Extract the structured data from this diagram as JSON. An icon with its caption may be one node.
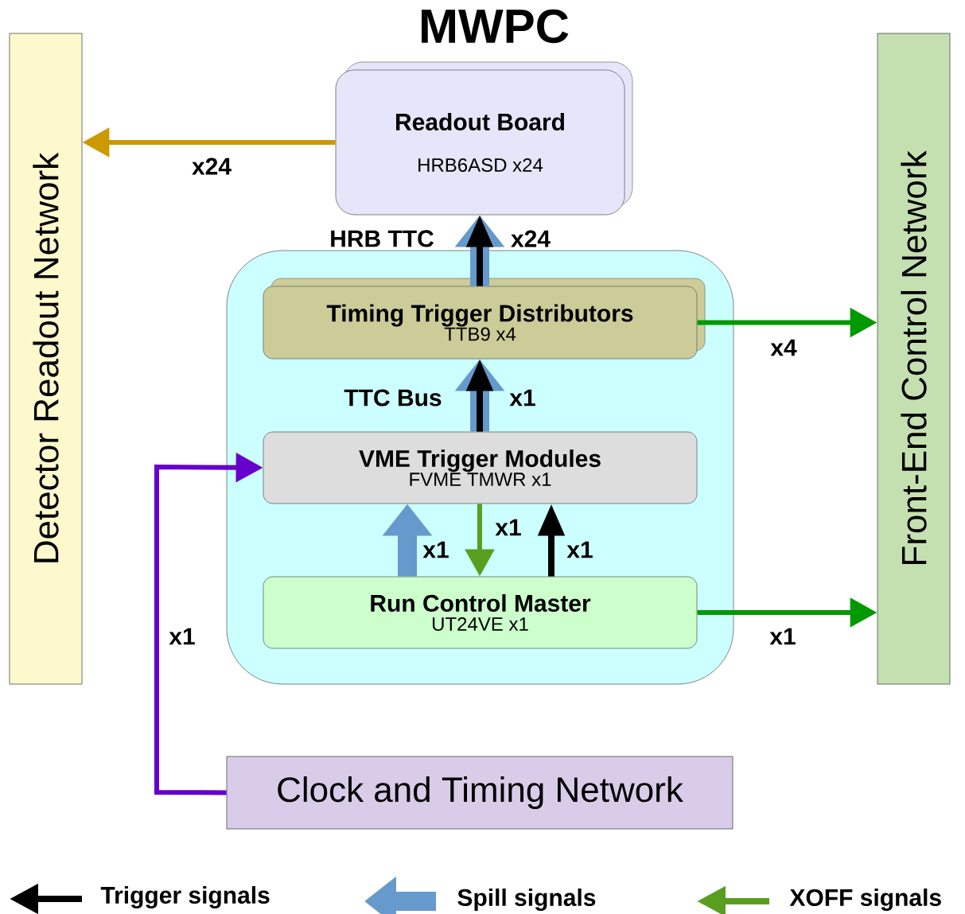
{
  "diagram": {
    "title": "MWPC",
    "nodes": [
      {
        "text": [
          "Detector Readout Network"
        ]
      },
      {
        "text": [
          "Front-End Control Network"
        ]
      },
      {
        "text": [
          "Readout Board",
          "HRB6ASD x24"
        ]
      },
      {
        "text": [],
        "shape": "box"
      },
      {
        "text": [
          "Timing Trigger Distributors",
          "TTB9 x4"
        ],
        "in": 3
      },
      {
        "text": [
          "VME Trigger Modules",
          "FVME TMWR x1"
        ],
        "in": 3
      },
      {
        "text": [
          "Run Control Master",
          "UT24VE x1"
        ],
        "in": 3
      },
      {
        "text": [
          "Clock and Timing Network"
        ]
      }
    ],
    "edges": [
      {
        "from": 2,
        "to": 0,
        "arrow": "to",
        "label": "x24",
        "color": "#cc9900"
      },
      {
        "from": 4,
        "to": 2,
        "arrow": "to",
        "label": "HRB TTC",
        "style": "thick",
        "color": "#6699cc"
      },
      {
        "from": 4,
        "to": 2,
        "arrow": "to",
        "label": "x24",
        "color": "#000000"
      },
      {
        "from": 5,
        "to": 4,
        "arrow": "to",
        "label": "TTC Bus",
        "style": "thick",
        "color": "#6699cc"
      },
      {
        "from": 5,
        "to": 4,
        "arrow": "to",
        "label": "x1",
        "color": "#000000"
      },
      {
        "from": 6,
        "to": 5,
        "arrow": "to",
        "label": "x1",
        "style": "thick",
        "color": "#6699cc"
      },
      {
        "from": 5,
        "to": 6,
        "arrow": "to",
        "label": "x1",
        "color": "#5a9e1f"
      },
      {
        "from": 6,
        "to": 5,
        "arrow": "to",
        "label": "x1",
        "color": "#000000"
      },
      {
        "from": 4,
        "to": 1,
        "arrow": "to",
        "label": "x4",
        "color": "#009900"
      },
      {
        "from": 6,
        "to": 1,
        "arrow": "to",
        "label": "x1",
        "color": "#009900"
      },
      {
        "from": 7,
        "to": 5,
        "arrow": "to",
        "label": "x1",
        "color": "#6600cc"
      }
    ],
    "legend": [
      {
        "text": "Trigger signals"
      },
      {
        "text": "Spill signals"
      },
      {
        "text": "XOFF signals"
      }
    ]
  }
}
